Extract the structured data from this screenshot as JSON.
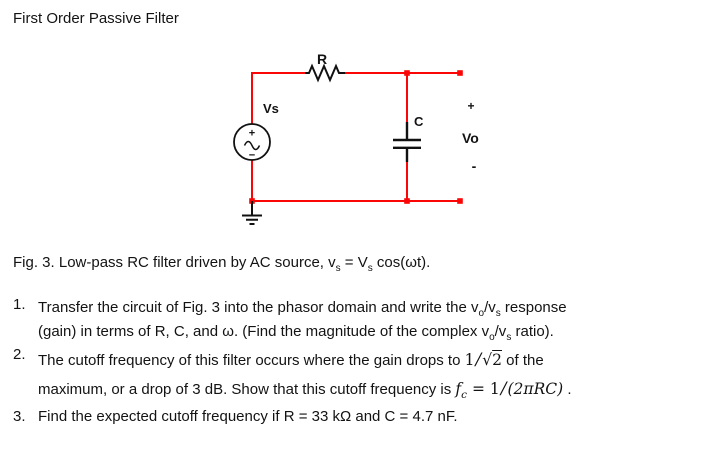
{
  "title": "First Order Passive Filter",
  "circuit": {
    "resistor_label": "R",
    "source_label": "Vs",
    "source_plus": "+",
    "source_minus": "−",
    "capacitor_label": "C",
    "output_plus": "+",
    "output_voltage_label": "Vo",
    "output_minus": "-",
    "wire_color": "#fa0606",
    "component_color": "#111111"
  },
  "caption": {
    "a": "Fig. 3. Low-pass RC filter driven by AC source, v",
    "sub1": "s",
    "b": " = V",
    "sub2": "s",
    "c": " cos(ωt)."
  },
  "questions": {
    "q1": {
      "number": "1.",
      "l1a": "Transfer the circuit of Fig. 3 into the phasor domain and write the v",
      "l1sub1": "o",
      "l1b": "/v",
      "l1sub2": "s",
      "l1c": " response",
      "l2a": "(gain) in terms of R, C, and ω. (Find the magnitude of the complex v",
      "l2sub1": "o",
      "l2b": "/v",
      "l2sub2": "s",
      "l2c": " ratio)."
    },
    "q2": {
      "number": "2.",
      "l1a": "The cutoff frequency of this filter occurs where the gain drops to ",
      "m1_one": "1",
      "m1_slash": "/",
      "m1_rad": "√",
      "m1_two": "2",
      "l1b": " of the",
      "l2a": "maximum, or a drop of 3 dB. Show that this cutoff frequency is ",
      "fc_f": "f",
      "fc_c": "c",
      "fc_eq": " = 1",
      "fc_slash": "/",
      "fc_rest": "(2πRC)",
      "l2b": " ."
    },
    "q3": {
      "number": "3.",
      "text": "Find the expected cutoff frequency if R = 33 kΩ and C = 4.7 nF."
    }
  }
}
